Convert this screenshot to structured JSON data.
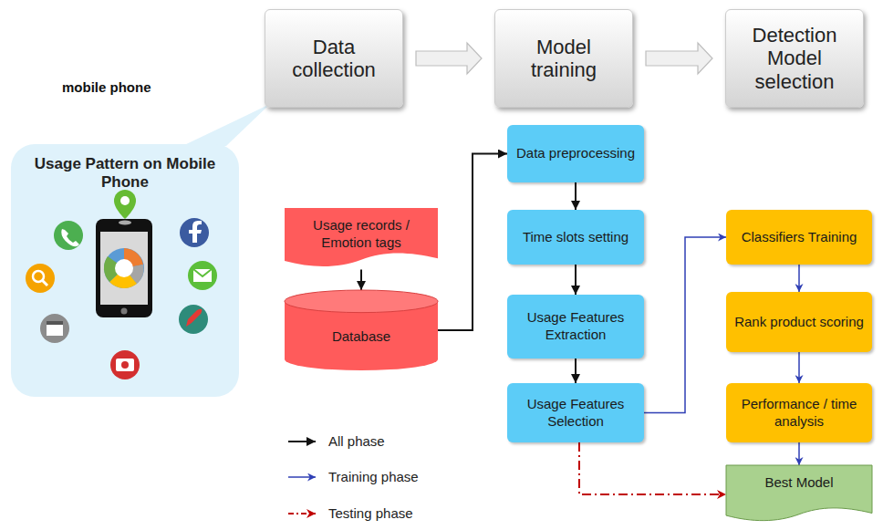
{
  "diagram": {
    "nodes": [
      {
        "text": [
          "Data collection"
        ]
      },
      {
        "text": [
          "Model training"
        ]
      },
      {
        "text": [
          "Detection Model selection"
        ]
      },
      {
        "text": [
          "Usage Pattern on Mobile Phone"
        ]
      },
      {
        "text": [
          "Usage records / Emotion tags"
        ]
      },
      {
        "text": [
          "Database"
        ]
      },
      {
        "text": [
          "Data preprocessing"
        ]
      },
      {
        "text": [
          "Time slots setting"
        ]
      },
      {
        "text": [
          "Usage Features Extraction"
        ]
      },
      {
        "text": [
          "Usage Features Selection"
        ]
      },
      {
        "text": [
          "Classifiers Training"
        ]
      },
      {
        "text": [
          "Rank product scoring"
        ]
      },
      {
        "text": [
          "Performance / time analysis"
        ]
      },
      {
        "text": [
          "Best Model"
        ]
      }
    ],
    "edges": [
      {
        "from": 0,
        "to": 1,
        "arrow": "to"
      },
      {
        "from": 1,
        "to": 2,
        "arrow": "to"
      },
      {
        "from": 4,
        "to": 5,
        "arrow": "to"
      },
      {
        "from": 5,
        "to": 6,
        "arrow": "to"
      },
      {
        "from": 6,
        "to": 7,
        "arrow": "to"
      },
      {
        "from": 7,
        "to": 8,
        "arrow": "to"
      },
      {
        "from": 8,
        "to": 9,
        "arrow": "to"
      },
      {
        "from": 9,
        "to": 10,
        "arrow": "to"
      },
      {
        "from": 10,
        "to": 11,
        "arrow": "to"
      },
      {
        "from": 11,
        "to": 12,
        "arrow": "to"
      },
      {
        "from": 12,
        "to": 13,
        "arrow": "to"
      },
      {
        "from": 9,
        "to": 13,
        "arrow": "to"
      }
    ],
    "labels": [
      "mobile phone"
    ],
    "legend": [
      {
        "text": "All phase"
      },
      {
        "text": "Training phase"
      },
      {
        "text": "Testing phase"
      }
    ]
  }
}
